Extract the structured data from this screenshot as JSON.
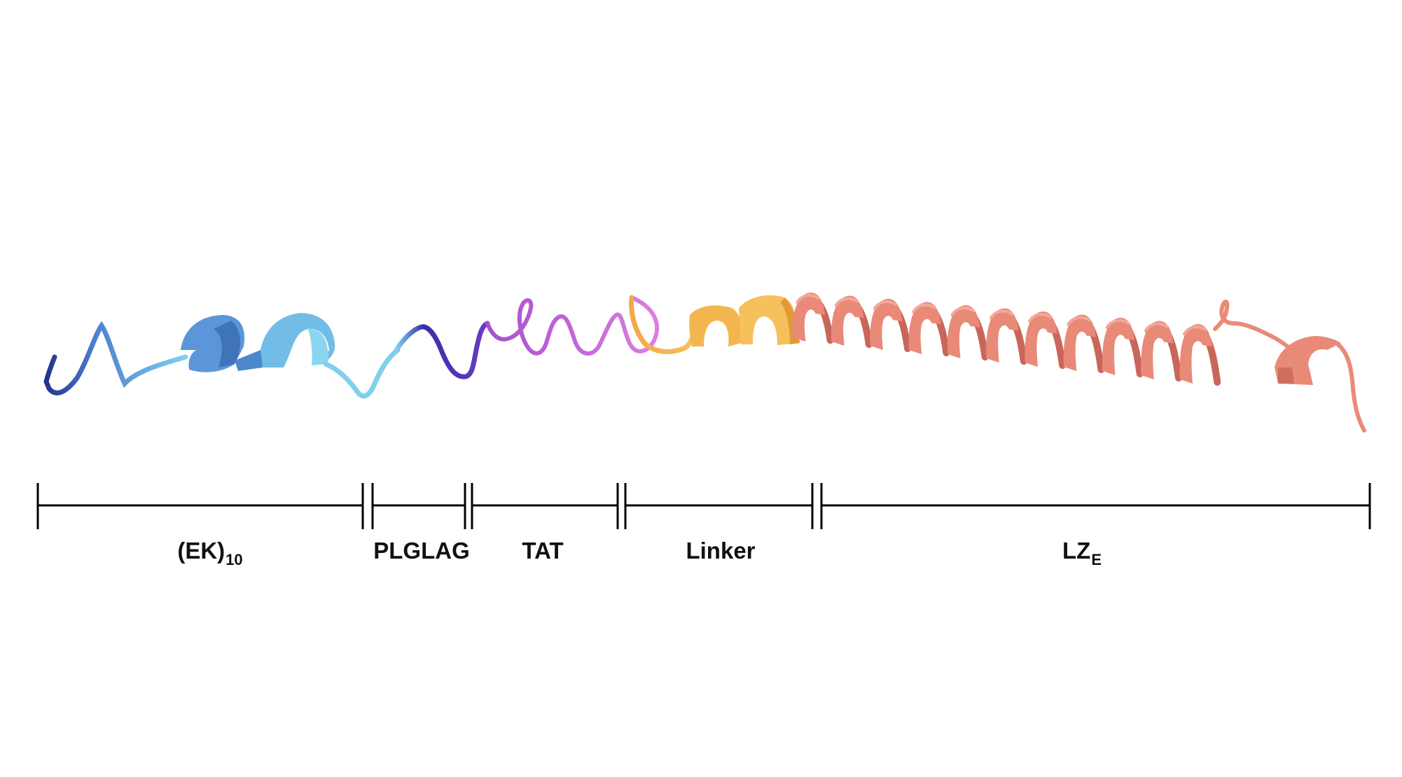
{
  "segments": [
    {
      "id": "ek10",
      "name": "(EK)",
      "sub": "10",
      "color": "#4f86cf"
    },
    {
      "id": "plglag",
      "name": "PLGLAG",
      "sub": "",
      "color": "#4a33b8"
    },
    {
      "id": "tat",
      "name": "TAT",
      "sub": "",
      "color": "#cf6fd8"
    },
    {
      "id": "linker",
      "name": "Linker",
      "sub": "",
      "color": "#f3b64e"
    },
    {
      "id": "lze",
      "name": "LZ",
      "sub": "E",
      "color": "#e98a78"
    }
  ],
  "colors": {
    "ek10_dark": "#2c3f9c",
    "ek10_light": "#79c8ea",
    "plglag": "#4a33b8",
    "tat": "#cf6fd8",
    "linker": "#f3b64e",
    "lze": "#e98a78",
    "scale_bar": "#000000"
  }
}
